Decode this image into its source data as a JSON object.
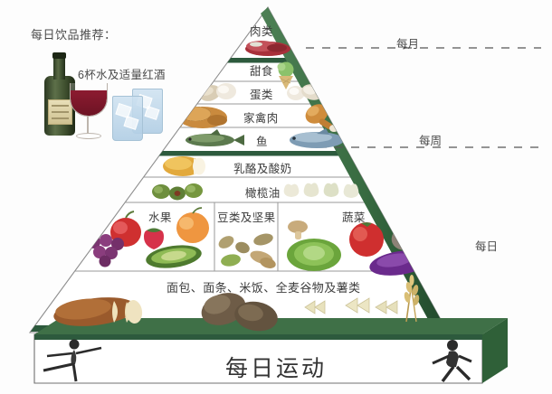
{
  "drinks": {
    "title": "每日饮品推荐：",
    "subtitle": "6杯水及适量红酒",
    "icons": [
      "wine-bottle-icon",
      "wine-glass-icon",
      "water-glass-icon"
    ]
  },
  "pyramid": {
    "tiers": [
      {
        "label": "肉类",
        "icons": [
          "red-meat-icon"
        ]
      },
      {
        "label": "甜食",
        "icons": [
          "ice-cream-icon"
        ]
      },
      {
        "label": "蛋类",
        "icons": [
          "egg-icon",
          "egg-icon"
        ]
      },
      {
        "label": "家禽肉",
        "icons": [
          "roast-chicken-icon",
          "drumstick-icon"
        ]
      },
      {
        "label": "鱼",
        "icons": [
          "green-fish-icon",
          "blue-fish-icon"
        ]
      },
      {
        "label": "乳酪及酸奶",
        "icons": [
          "cheese-icon"
        ]
      },
      {
        "label": "橄榄油",
        "icons": [
          "olive-icon",
          "garlic-icon"
        ]
      }
    ],
    "columns": [
      {
        "label": "水果",
        "icons": [
          "apple-icon",
          "strawberry-icon",
          "peach-icon",
          "grapes-icon",
          "avocado-icon"
        ]
      },
      {
        "label": "豆类及坚果",
        "icons": [
          "bean-icon",
          "peanut-icon"
        ]
      },
      {
        "label": "蔬菜",
        "icons": [
          "mushroom-icon",
          "lettuce-icon",
          "tomato-icon",
          "portobello-icon",
          "eggplant-icon"
        ]
      }
    ],
    "grains": {
      "label": "面包、面条、米饭、全麦谷物及薯类",
      "icons": [
        "bread-loaf-icon",
        "potato-icon",
        "pasta-bowtie-icon",
        "wheat-icon"
      ]
    }
  },
  "frequency": [
    {
      "label": "每月"
    },
    {
      "label": "每周"
    },
    {
      "label": "每日"
    }
  ],
  "base": {
    "label": "每日运动",
    "icons": [
      "dancer-icon",
      "runner-icon"
    ]
  },
  "colors": {
    "band_green": "#2d5a3d",
    "edge_green": "#3f7047",
    "edge_green_dark": "#24502f",
    "tier_line": "#9a9a9a",
    "text": "#3a3a3a"
  }
}
